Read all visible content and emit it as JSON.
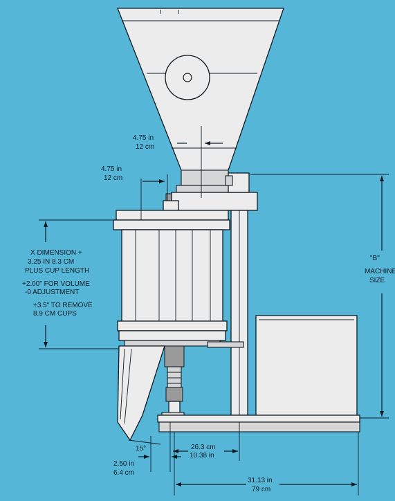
{
  "labels": {
    "inlet_offset": {
      "in": "4.75 in",
      "cm": "12 cm"
    },
    "hopper_offset": {
      "in": "4.75 in",
      "cm": "12 cm"
    },
    "x_dimension": {
      "line1": "X DIMENSION +",
      "line2": "3.25 IN  8.3 CM",
      "line3": "PLUS CUP LENGTH",
      "volume_line1": "+2.00\"  FOR VOLUME",
      "volume_line2": "-0     ADJUSTMENT",
      "remove_line1": "+3.5\"    TO REMOVE",
      "remove_line2": "8.9 CM      CUPS"
    },
    "b_dimension": {
      "line1": "\"B\"",
      "line2": "MACHINE",
      "line3": "SIZE"
    },
    "chute_angle": "15°",
    "chute_offset": {
      "in": "2.50 in",
      "cm": "6.4 cm"
    },
    "column_offset": {
      "cm": "26.3 cm",
      "in": "10.38 in"
    },
    "base_width": {
      "in": "31.13 in",
      "cm": "79 cm"
    }
  },
  "colors": {
    "background": "#55b6d8",
    "machine": "#ececec",
    "ink": "#0f1a22"
  }
}
